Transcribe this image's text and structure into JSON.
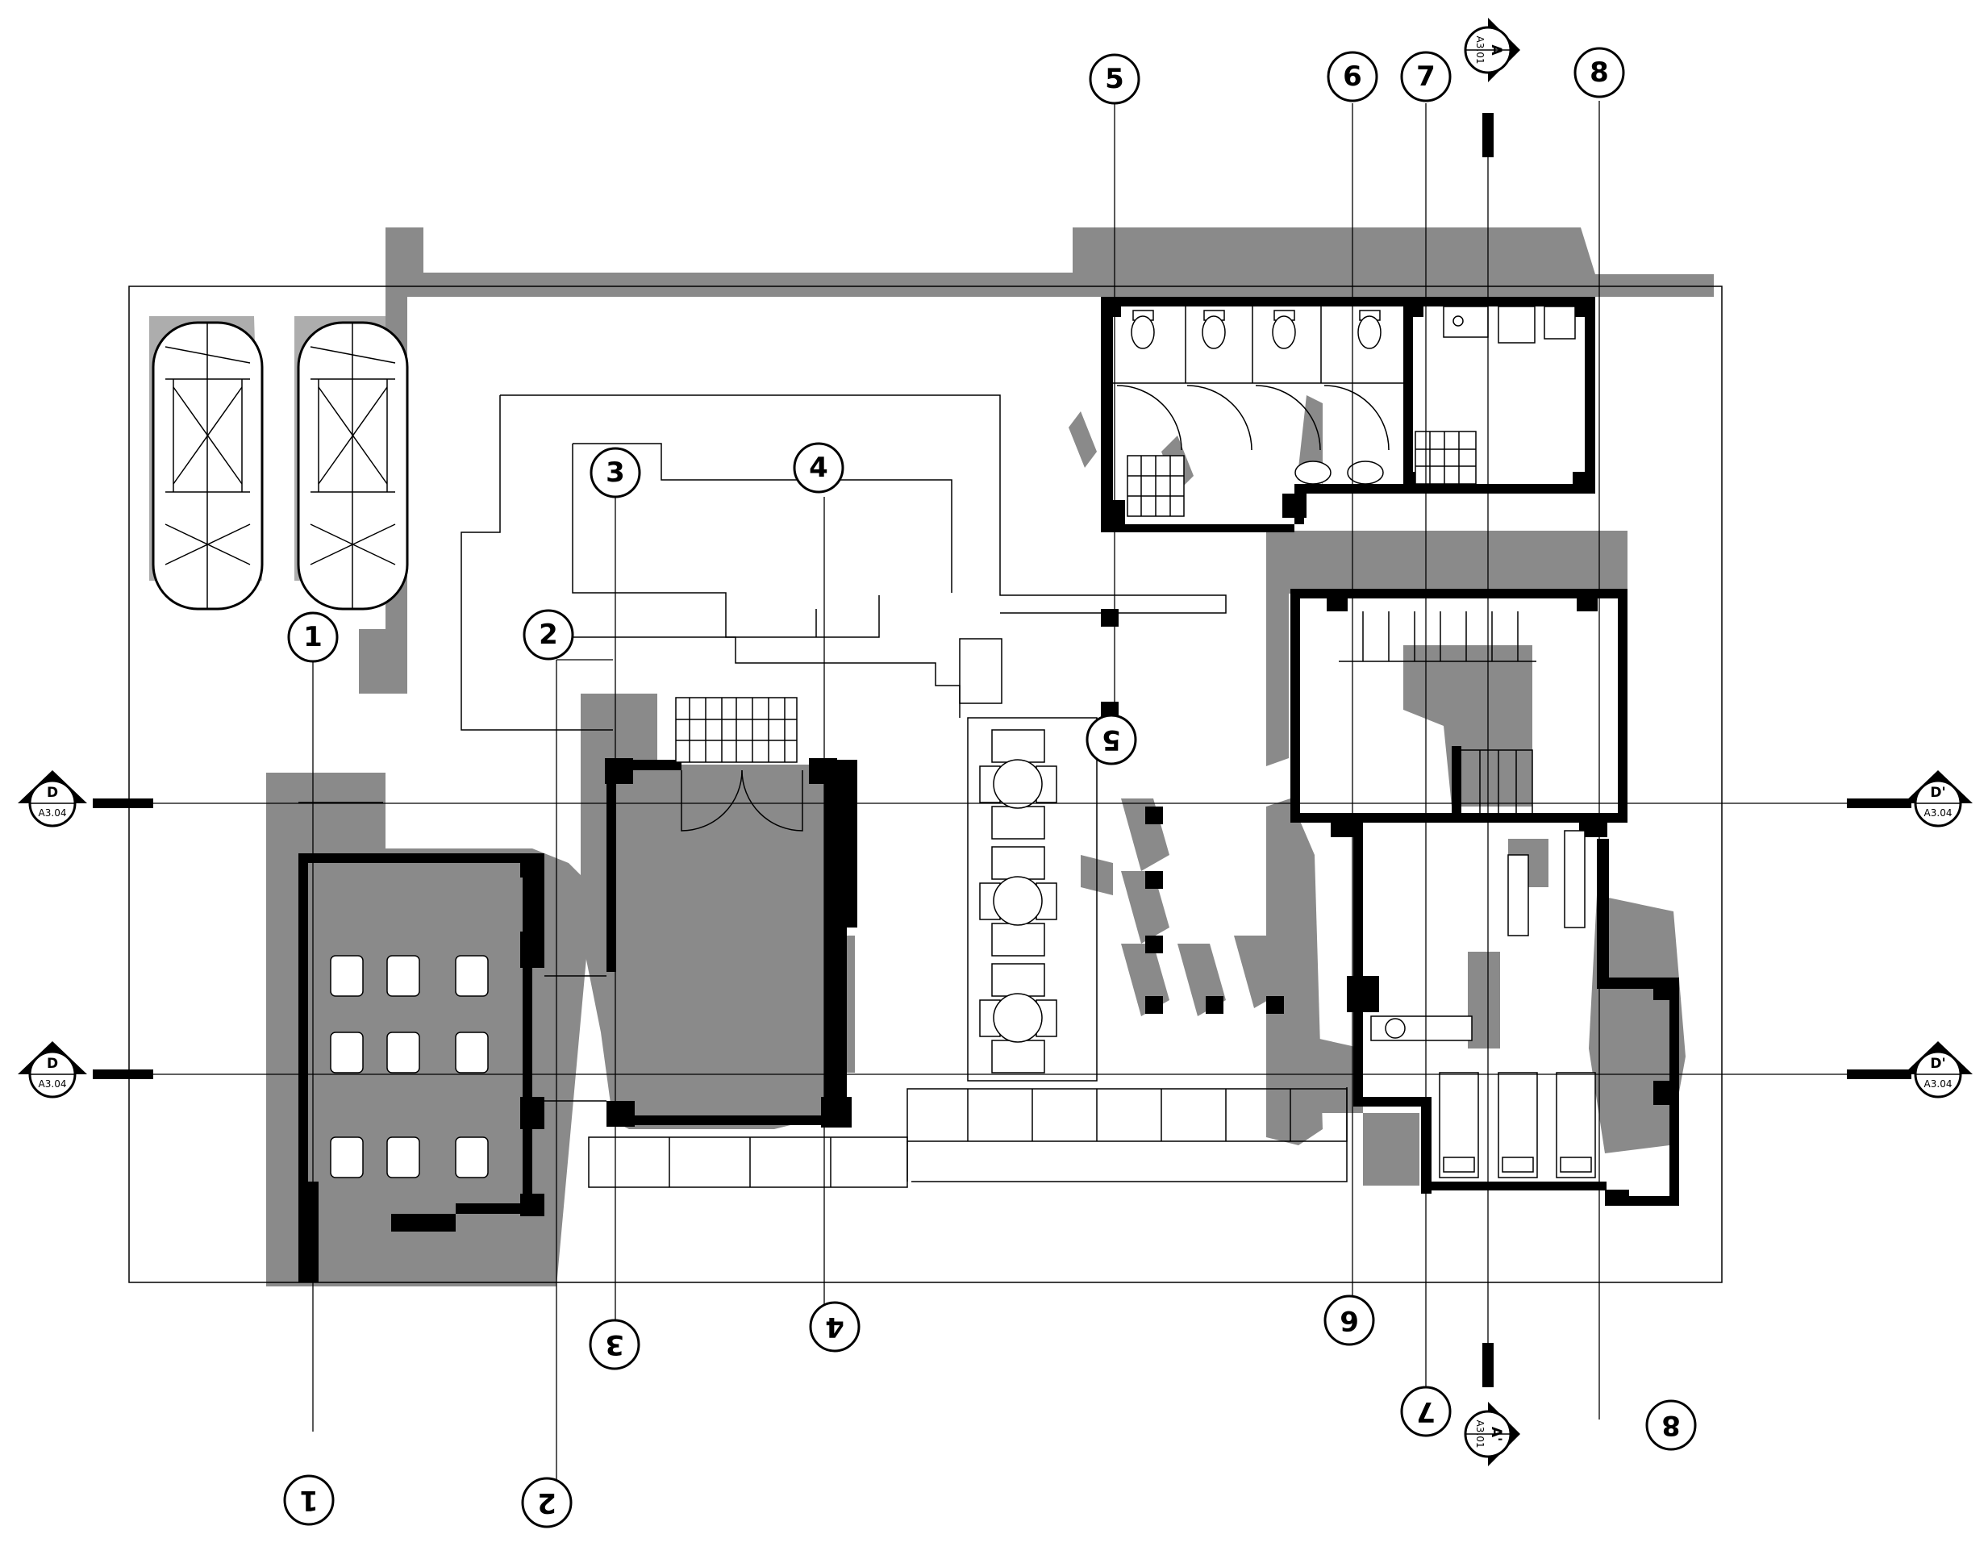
{
  "drawing": {
    "grid_labels": [
      "1",
      "2",
      "3",
      "4",
      "5",
      "6",
      "7",
      "8"
    ],
    "section_marks": [
      {
        "id": "sec-a-top",
        "letter": "A",
        "ref": "A3.01"
      },
      {
        "id": "sec-a-bottom",
        "letter": "A'",
        "ref": "A3.01"
      },
      {
        "id": "sec-d-upper-left",
        "letter": "D",
        "ref": "A3.04"
      },
      {
        "id": "sec-d-lower-left",
        "letter": "D",
        "ref": "A3.04"
      },
      {
        "id": "sec-d-upper-right",
        "letter": "D'",
        "ref": "A3.04"
      },
      {
        "id": "sec-d-lower-right",
        "letter": "D'",
        "ref": "A3.04"
      }
    ]
  },
  "colors": {
    "wall": "#000000",
    "shadow": "#8a8a8a",
    "background": "#ffffff"
  }
}
